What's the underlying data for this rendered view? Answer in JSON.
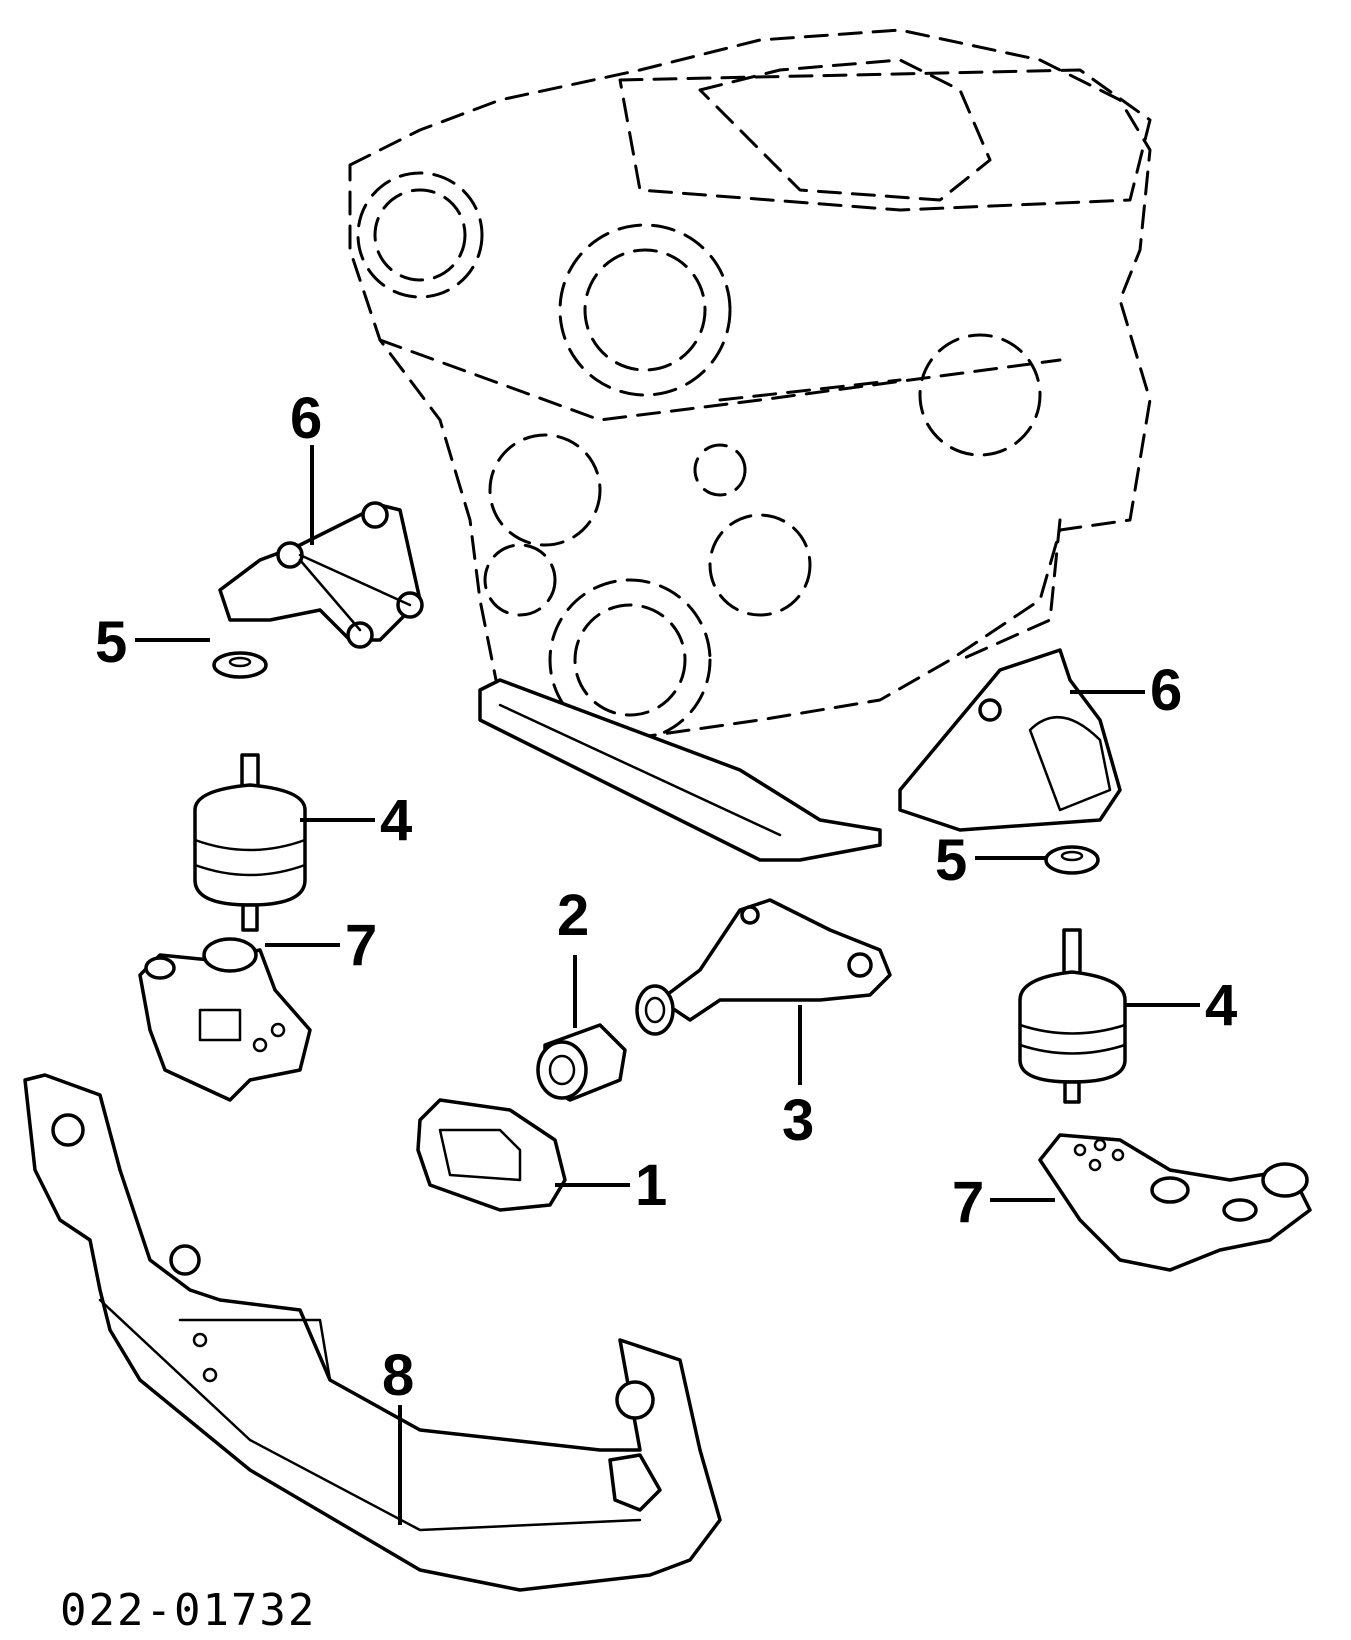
{
  "diagram": {
    "figure_code": "022-01732",
    "callouts": {
      "part1": "1",
      "part2": "2",
      "part3": "3",
      "part4_left": "4",
      "part4_right": "4",
      "part5_left": "5",
      "part5_right": "5",
      "part6_left": "6",
      "part6_right": "6",
      "part7_left": "7",
      "part7_right": "7",
      "part8": "8"
    }
  }
}
